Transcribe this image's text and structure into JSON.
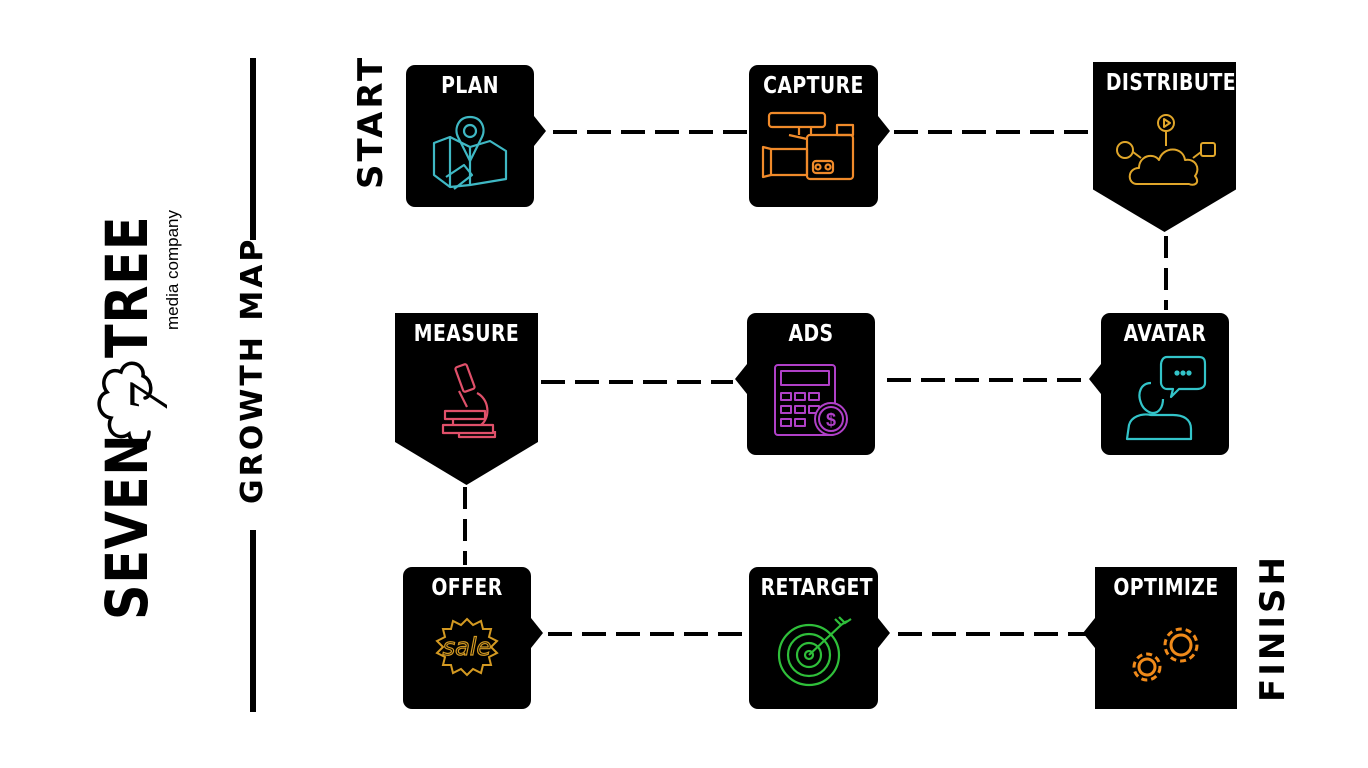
{
  "brand": {
    "word1": "SEVEN",
    "word2": "TREE",
    "numeral": "7",
    "tagline": "media company"
  },
  "side_title": "GROWTH MAP",
  "start_label": "START",
  "finish_label": "FINISH",
  "steps": [
    {
      "label": "PLAN",
      "icon": "map-pin-icon",
      "color": "#3fb8c4"
    },
    {
      "label": "CAPTURE",
      "icon": "video-camera-icon",
      "color": "#f08a2a"
    },
    {
      "label": "DISTRIBUTE",
      "icon": "cloud-media-icon",
      "color": "#e0a62a"
    },
    {
      "label": "AVATAR",
      "icon": "person-speech-icon",
      "color": "#33c4c9"
    },
    {
      "label": "ADS",
      "icon": "calculator-dollar-icon",
      "color": "#b040c8"
    },
    {
      "label": "MEASURE",
      "icon": "microscope-icon",
      "color": "#e0506a"
    },
    {
      "label": "OFFER",
      "icon": "sale-badge-icon",
      "color": "#d49a22"
    },
    {
      "label": "RETARGET",
      "icon": "target-icon",
      "color": "#2fbf3a"
    },
    {
      "label": "OPTIMIZE",
      "icon": "gears-icon",
      "color": "#f08a1a"
    }
  ]
}
